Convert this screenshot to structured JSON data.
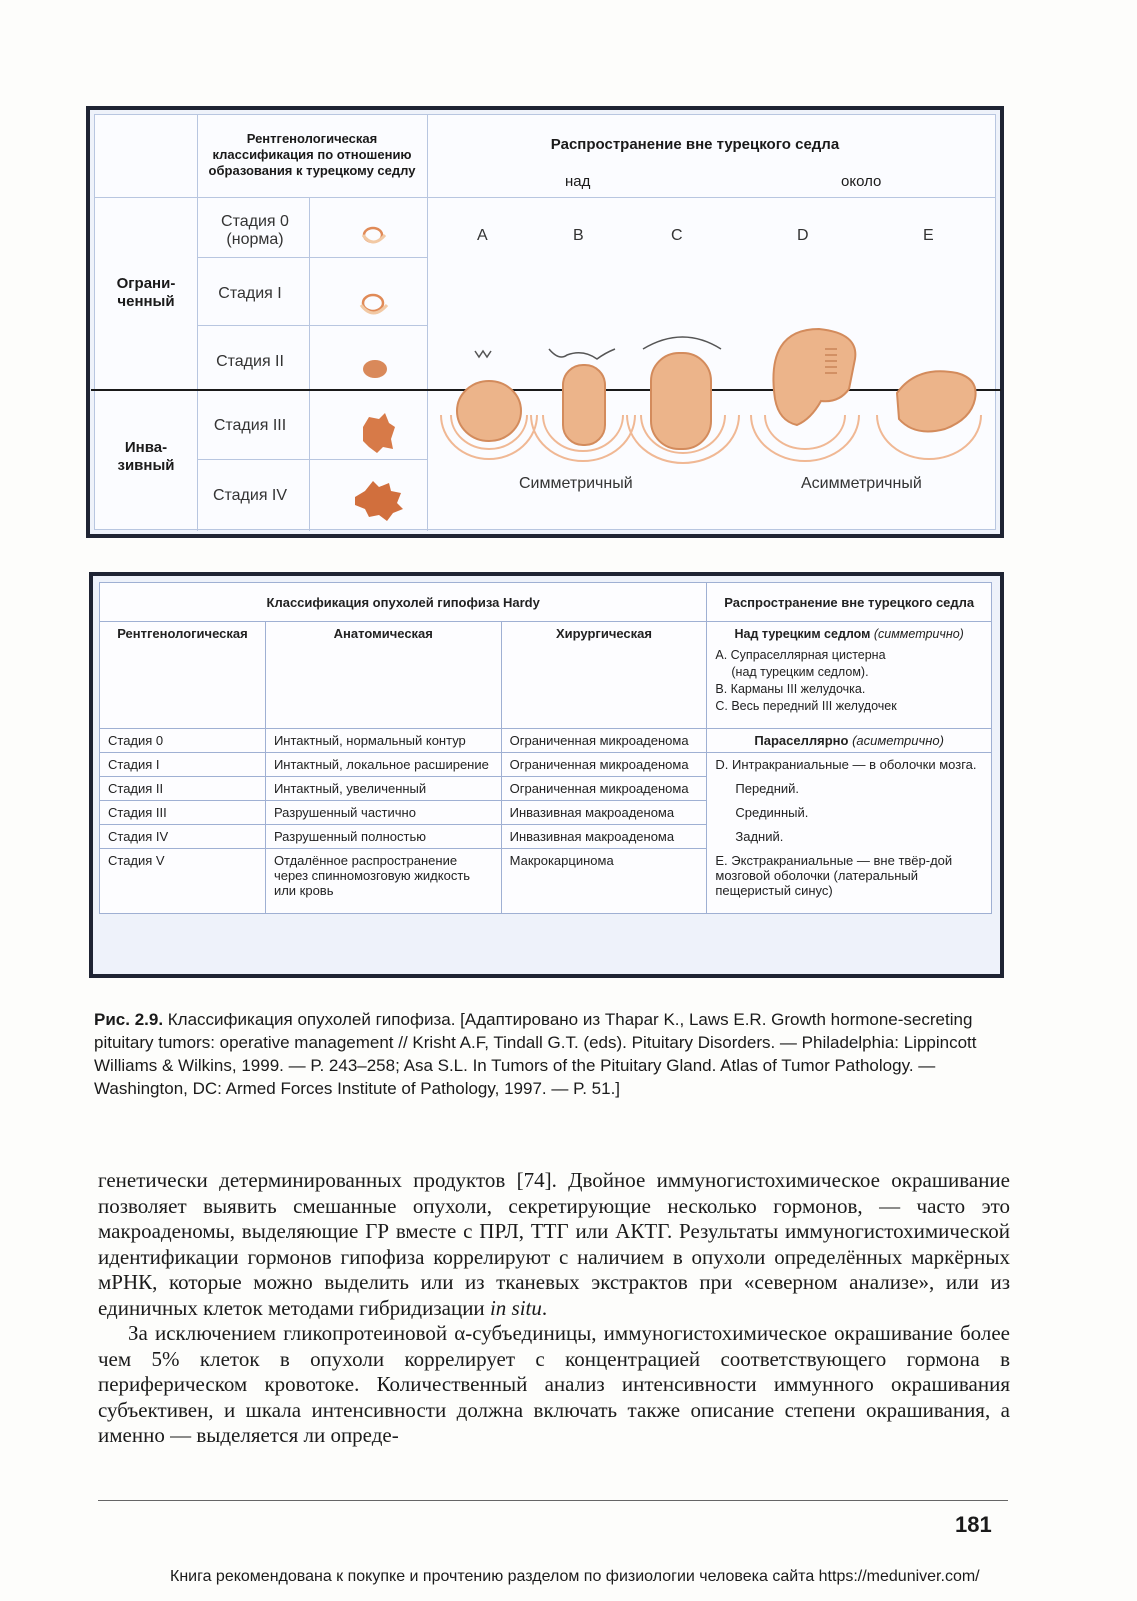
{
  "figure1": {
    "col_header_left": "Рентгенологическая классификация по отношению образования к турецкому седлу",
    "col_header_right": "Распространение вне турецкого седла",
    "subheader_over": "над",
    "subheader_around": "около",
    "row_limited": "Ограни-ченный",
    "row_invasive": "Инва-зивный",
    "stages": [
      "Стадия 0 (норма)",
      "Стадия I",
      "Стадия II",
      "Стадия III",
      "Стадия IV"
    ],
    "letters": [
      "A",
      "B",
      "C",
      "D",
      "E"
    ],
    "label_symmetric": "Симметричный",
    "label_asymmetric": "Асимметричный",
    "tumor_color": "#e8a878"
  },
  "figure2": {
    "title_hardy": "Классификация опухолей гипофиза Hardy",
    "title_extension": "Распространение вне турецкого седла",
    "col_xray": "Рентгенологическая",
    "col_anat": "Анатомическая",
    "col_surg": "Хирургическая",
    "ext_above_title": "Над турецким седлом",
    "ext_above_note": "(симметрично)",
    "ext_above_items": [
      "A. Супраселлярная цистерна",
      "(над турецким седлом).",
      "B. Карманы III желудочка.",
      "C. Весь передний III желудочек"
    ],
    "ext_para_title": "Параселлярно",
    "ext_para_note": "(асиметрично)",
    "rows": [
      {
        "stage": "Стадия 0",
        "anat": "Интактный, нормальный контур",
        "surg": "Ограниченная микроаденома",
        "ext": ""
      },
      {
        "stage": "Стадия I",
        "anat": "Интактный, локальное расширение",
        "surg": "Ограниченная микроаденома",
        "ext": "D. Интракраниальные — в оболочки мозга."
      },
      {
        "stage": "Стадия II",
        "anat": "Интактный, увеличенный",
        "surg": "Ограниченная микроаденома",
        "ext": "Передний."
      },
      {
        "stage": "Стадия III",
        "anat": "Разрушенный частично",
        "surg": "Инвазивная макроаденома",
        "ext": "Срединный."
      },
      {
        "stage": "Стадия IV",
        "anat": "Разрушенный полностью",
        "surg": "Инвазивная макроаденома",
        "ext": "Задний."
      },
      {
        "stage": "Стадия V",
        "anat": "Отдалённое распространение через спинномозговую жидкость или кровь",
        "surg": "Макрокарцинома",
        "ext": "E. Экстракраниальные — вне твёр-дой мозговой оболочки (латеральный пещеристый синус)"
      }
    ]
  },
  "caption": {
    "label": "Рис. 2.9.",
    "text": "Классификация опухолей гипофиза. [Адаптировано из Thapar K., Laws E.R. Growth hormone-secreting pituitary tumors: operative management // Krisht A.F, Tindall G.T. (eds). Pituitary Disorders. — Philadelphia: Lippincott Williams & Wilkins, 1999. — P. 243–258; Asa S.L. In Tumors of the Pituitary Gland. Atlas of Tumor Pathology. — Washington, DC: Armed Forces Institute of Pathology, 1997. — P. 51.]"
  },
  "body": {
    "p1": "генетически детерминированных продуктов [74]. Двойное иммуногистохимическое окрашивание позволяет выявить смешанные опухоли, секретирующие несколько гормонов, — часто это макроаденомы, выделяющие ГР вместе с ПРЛ, ТТГ или АКТГ. Результаты иммуногистохимической идентификации гормонов гипофиза коррелируют с наличием в опухоли определённых маркёрных мРНК, которые можно выделить или из тканевых экстрактов при «северном анализе», или из единичных клеток методами гибридизации",
    "p1_italic": "in situ",
    "p2": "За исключением гликопротеиновой α-субъединицы, иммуногистохимическое окрашивание более чем 5% клеток в опухоли коррелирует с концентрацией соответствующего гормона в периферическом кровотоке. Количественный анализ интенсивности иммунного окрашивания субъективен, и шкала интенсивности должна включать также описание степени окрашивания, а именно — выделяется ли опреде-"
  },
  "page_number": "181",
  "footer": "Книга рекомендована к покупке и прочтению разделом по физиологии человека сайта https://meduniver.com/"
}
